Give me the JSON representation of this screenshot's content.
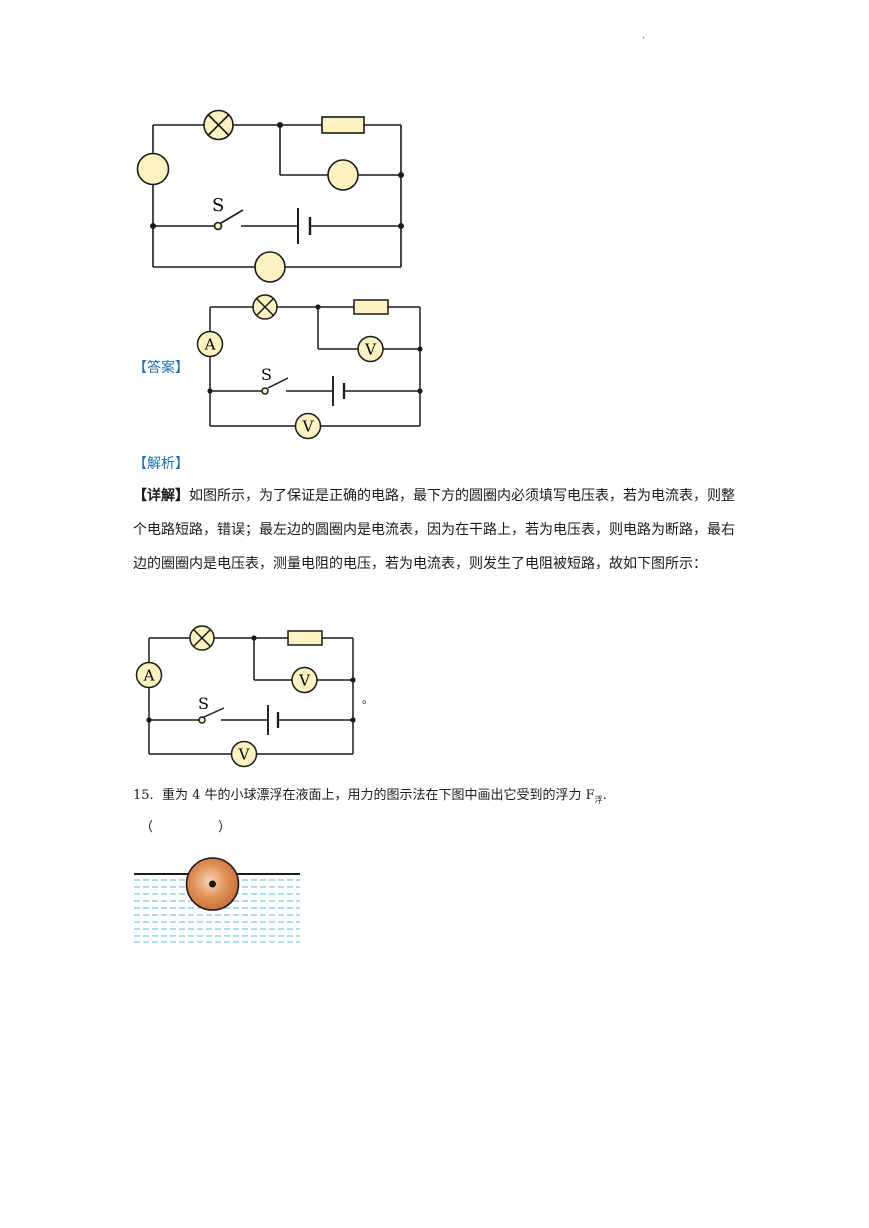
{
  "header_mark": ".",
  "circuit_labels": {
    "switch": "S",
    "ammeter": "A",
    "voltmeter": "V"
  },
  "answer_tag": "【答案】",
  "analysis_tag": "【解析】",
  "detail": {
    "lead": "【详解】",
    "text": "如图所示，为了保证是正确的电路，最下方的圆圈内必须填写电压表，若为电流表，则整个电路短路，错误；最左边的圆圈内是电流表，因为在干路上，若为电压表，则电路为断路，最右边的圈圈内是电压表，测量电阻的电压，若为电流表，则发生了电阻被短路，故如下图所示："
  },
  "end_mark": "。",
  "question15": {
    "number": "15.",
    "text": "重为 4 牛的小球漂浮在液面上，用力的图示法在下图中画出它受到的浮力 F",
    "subscript": "浮",
    "end": ".",
    "blank": "（　　　　　）"
  },
  "colors": {
    "component_fill": "#fdf2c0",
    "wire": "#1a1a1a",
    "ball": "#d9884a",
    "water": "#5bb8d4",
    "tag": "#1f6fb2"
  }
}
